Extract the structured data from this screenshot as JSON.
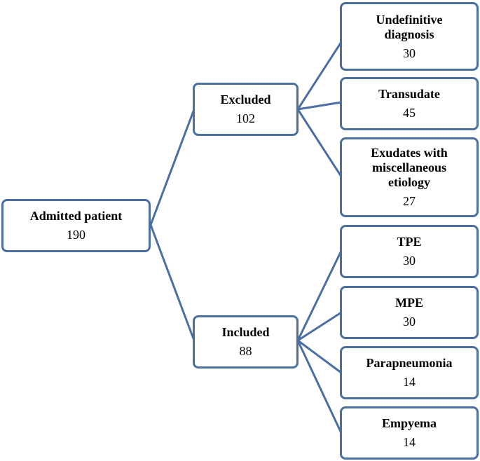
{
  "diagram": {
    "root": {
      "label": "Admitted patient",
      "count": "190"
    },
    "excluded": {
      "label": "Excluded",
      "count": "102",
      "children": [
        {
          "label": "Undefinitive diagnosis",
          "count": "30"
        },
        {
          "label": "Transudate",
          "count": "45"
        },
        {
          "label": "Exudates with miscellaneous etiology",
          "count": "27"
        }
      ]
    },
    "included": {
      "label": "Included",
      "count": "88",
      "children": [
        {
          "label": "TPE",
          "count": "30"
        },
        {
          "label": "MPE",
          "count": "30"
        },
        {
          "label": "Parapneumonia",
          "count": "14"
        },
        {
          "label": "Empyema",
          "count": "14"
        }
      ]
    }
  },
  "colors": {
    "border": "#4a6fa0",
    "connector": "#4a6fa0",
    "text": "#000000"
  }
}
